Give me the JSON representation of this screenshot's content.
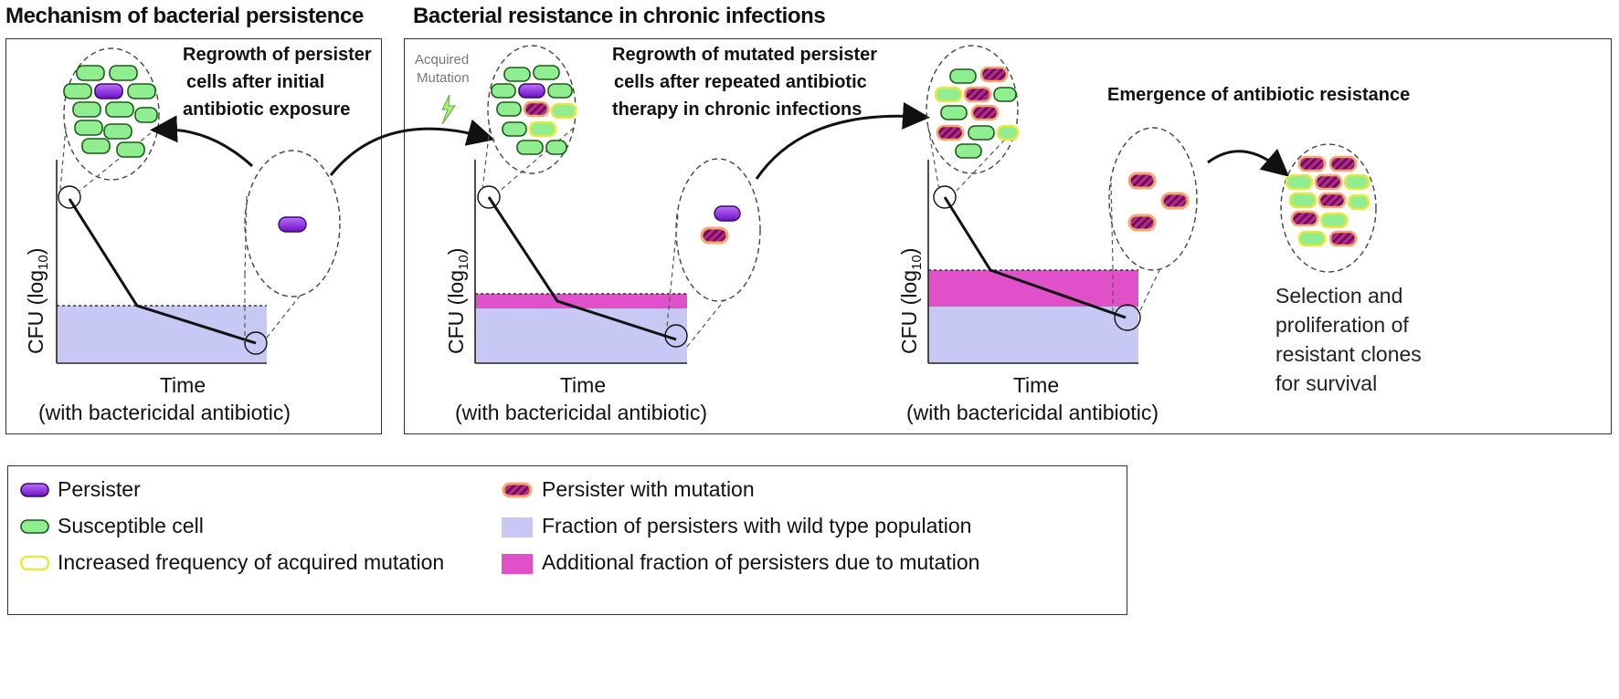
{
  "headers": {
    "left": "Mechanism of bacterial persistence",
    "right": "Bacterial resistance in chronic infections"
  },
  "panel1": {
    "caption": [
      "Regrowth of persister",
      "cells after initial",
      "antibiotic exposure"
    ],
    "ylabel": "CFU (log",
    "ysub": "10",
    "yclose": ")",
    "xlabel": "Time",
    "xsub": "(with bactericidal antibiotic)"
  },
  "panel2": {
    "acquired": [
      "Acquired",
      "Mutation"
    ],
    "caption": [
      "Regrowth of mutated persister",
      "cells after repeated antibiotic",
      "therapy in chronic infections"
    ],
    "ylabel": "CFU (log",
    "ysub": "10",
    "yclose": ")",
    "xlabel": "Time",
    "xsub": "(with bactericidal antibiotic)"
  },
  "panel3": {
    "caption": "Emergence of antibiotic resistance",
    "ylabel": "CFU (log",
    "ysub": "10",
    "yclose": ")",
    "xlabel": "Time",
    "xsub": "(with bactericidal antibiotic)",
    "side": [
      "Selection and",
      "proliferation of",
      "resistant clones",
      "for survival"
    ]
  },
  "legend": {
    "persister": "Persister",
    "susceptible": "Susceptible cell",
    "increased": "Increased frequency of acquired mutation",
    "persister_mut": "Persister with mutation",
    "wild_fraction": "Fraction of persisters with wild type population",
    "mut_fraction": "Additional fraction of persisters due to mutation"
  },
  "colors": {
    "persister": "#8a2be2",
    "susceptible": "#90ee90",
    "mutation_ring": "#f0f060",
    "persister_mut_fill": "#a0207a",
    "persister_mut_ring": "#f4a870",
    "wild_fraction": "#c8c8f4",
    "mut_fraction": "#e050c8"
  }
}
